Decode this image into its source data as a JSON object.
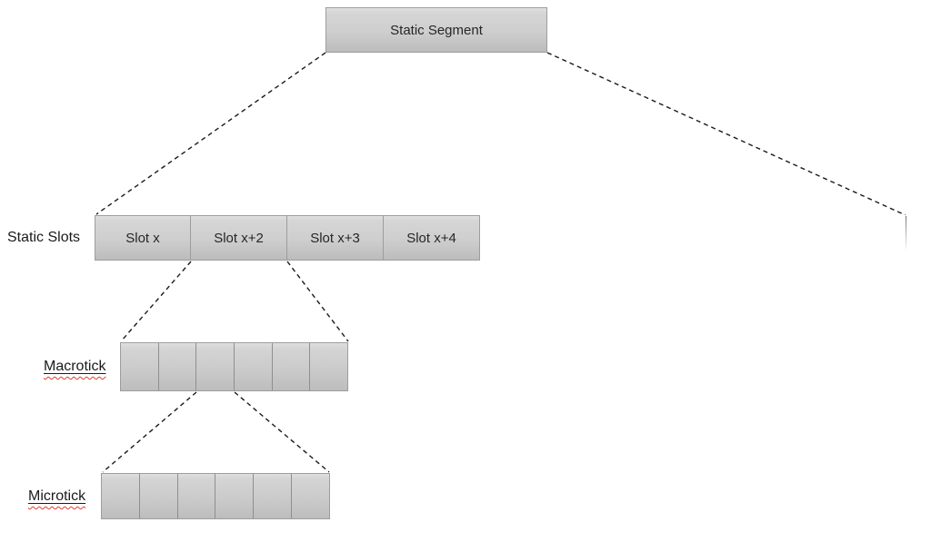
{
  "diagram": {
    "static_segment": {
      "label": "Static Segment"
    },
    "static_slots": {
      "label": "Static Slots",
      "slots": [
        {
          "label": "Slot x"
        },
        {
          "label": "Slot x+2"
        },
        {
          "label": "Slot x+3"
        },
        {
          "label": "Slot x+4"
        }
      ],
      "continuation_region": {
        "label": "",
        "style": "white box with dashed top/bottom borders"
      }
    },
    "macrotick": {
      "label": "Macrotick",
      "cell_count": 6,
      "spellcheck_squiggle": true
    },
    "microtick": {
      "label": "Microtick",
      "cell_count": 6,
      "spellcheck_squiggle": true
    }
  },
  "colors": {
    "background": "#ffffff",
    "box_fill_top": "#e0e0e0",
    "box_fill_bottom": "#bcbcbc",
    "box_border": "#9d9d9d",
    "cell_divider": "#8f8f8f",
    "connector_line": "#1a1a1a",
    "text": "#262626",
    "squiggle": "#e03b30"
  }
}
